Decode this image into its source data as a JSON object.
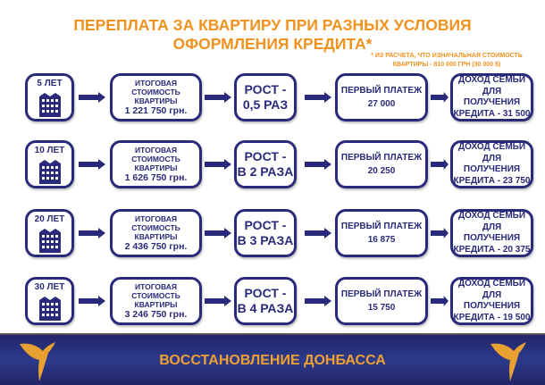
{
  "title": [
    "ПЕРЕПЛАТА ЗА КВАРТИРУ ПРИ РАЗНЫХ УСЛОВИЯ",
    "ОФОРМЛЕНИЯ КРЕДИТА*"
  ],
  "note": [
    "* ИЗ РАСЧЕТА, ЧТО ИЗНАЧАЛЬНАЯ СТОИМОСТЬ",
    "КВАРТИРЫ - 810 000 ГРН (30 000 $)"
  ],
  "rows": [
    {
      "term": "5 ЛЕТ",
      "cost_label": [
        "ИТОГОВАЯ",
        "СТОИМОСТЬ",
        "КВАРТИРЫ"
      ],
      "cost": "1 221 750 грн.",
      "growth": [
        "РОСТ -",
        "0,5 РАЗ"
      ],
      "payment_label": "ПЕРВЫЙ ПЛАТЕЖ",
      "payment": "27 000",
      "income": [
        "ДОХОД СЕМЬИ",
        "ДЛЯ ПОЛУЧЕНИЯ",
        "КРЕДИТА - 31 500"
      ]
    },
    {
      "term": "10 ЛЕТ",
      "cost_label": [
        "ИТОГОВАЯ",
        "СТОИМОСТЬ",
        "КВАРТИРЫ"
      ],
      "cost": "1 626 750 грн.",
      "growth": [
        "РОСТ -",
        "В 2 РАЗА"
      ],
      "payment_label": "ПЕРВЫЙ ПЛАТЕЖ",
      "payment": "20 250",
      "income": [
        "ДОХОД СЕМЬИ",
        "ДЛЯ ПОЛУЧЕНИЯ",
        "КРЕДИТА - 23 750"
      ]
    },
    {
      "term": "20 ЛЕТ",
      "cost_label": [
        "ИТОГОВАЯ",
        "СТОИМОСТЬ",
        "КВАРТИРЫ"
      ],
      "cost": "2 436 750 грн.",
      "growth": [
        "РОСТ -",
        "В 3 РАЗА"
      ],
      "payment_label": "ПЕРВЫЙ ПЛАТЕЖ",
      "payment": "16 875",
      "income": [
        "ДОХОД СЕМЬИ",
        "ДЛЯ ПОЛУЧЕНИЯ",
        "КРЕДИТА - 20 375"
      ]
    },
    {
      "term": "30 ЛЕТ",
      "cost_label": [
        "ИТОГОВАЯ",
        "СТОИМОСТЬ",
        "КВАРТИРЫ"
      ],
      "cost": "3 246 750 грн.",
      "growth": [
        "РОСТ -",
        "В 4 РАЗА"
      ],
      "payment_label": "ПЕРВЫЙ ПЛАТЕЖ",
      "payment": "15 750",
      "income": [
        "ДОХОД СЕМЬИ",
        "ДЛЯ ПОЛУЧЕНИЯ",
        "КРЕДИТА - 19 500"
      ]
    }
  ],
  "footer": {
    "text": "ВОССТАНОВЛЕНИЕ ДОНБАССА"
  },
  "colors": {
    "accent": "#f0921e",
    "navy": "#2a2a7a"
  }
}
